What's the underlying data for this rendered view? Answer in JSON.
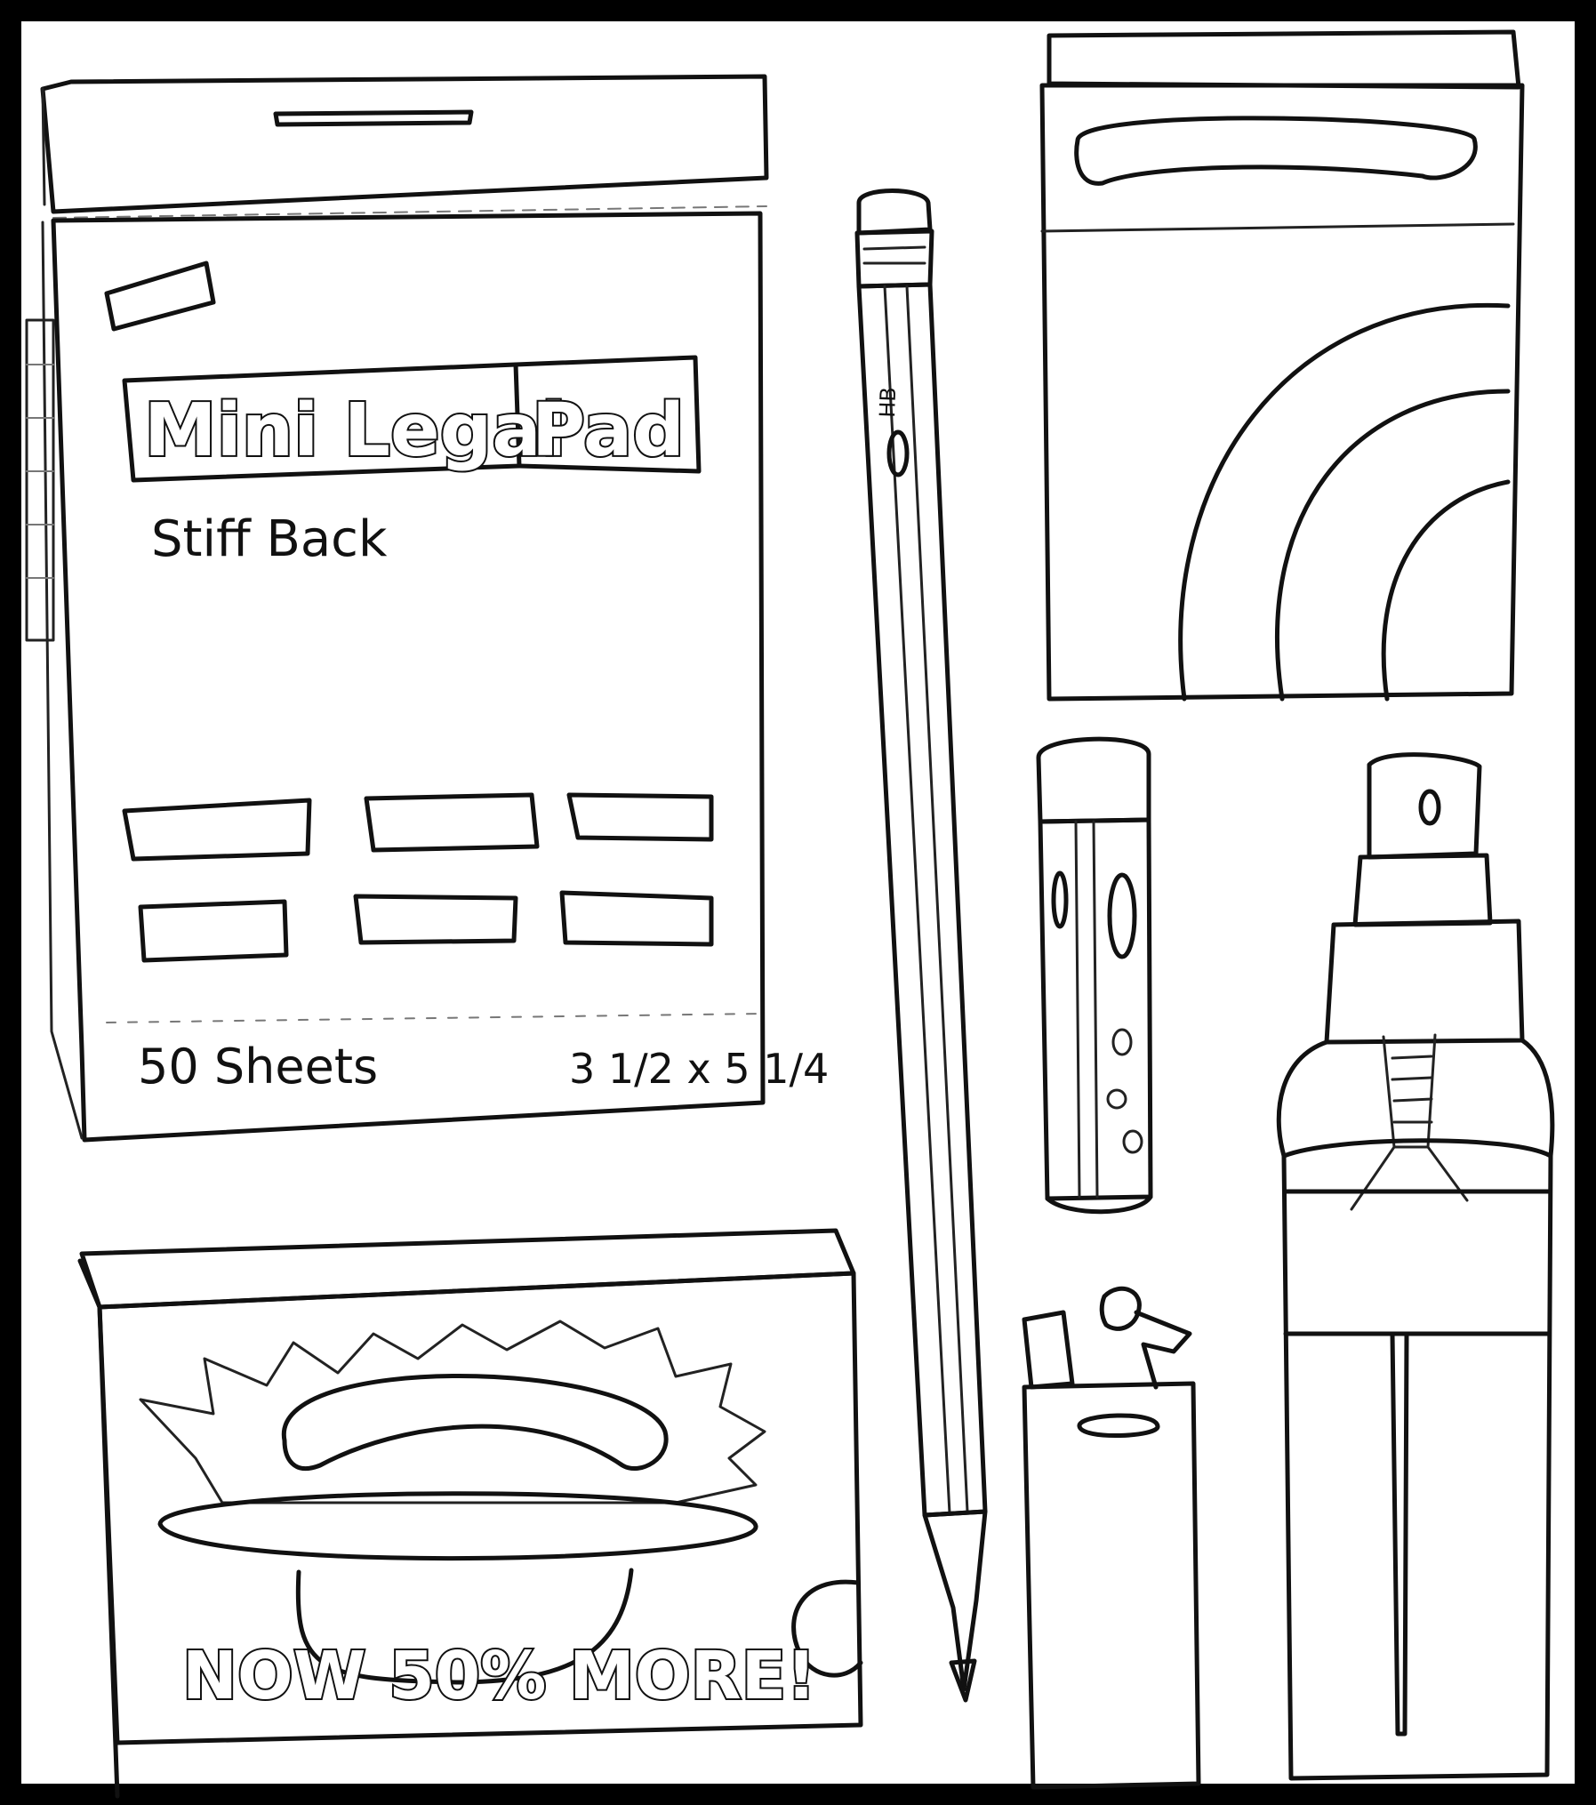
{
  "frame": {
    "border_color": "#000000",
    "paper_color": "#ffffff",
    "ink_color": "#111111"
  },
  "legal_pad": {
    "title_part1": "Mini Legal",
    "title_part2": "Pad",
    "subtitle": "Stiff Back",
    "sheets": "50 Sheets",
    "size": "3 1/2 x 5 1/4"
  },
  "pencil": {
    "grade": "HB"
  },
  "tissue_box": {
    "banner": "NOW 50% MORE!"
  }
}
